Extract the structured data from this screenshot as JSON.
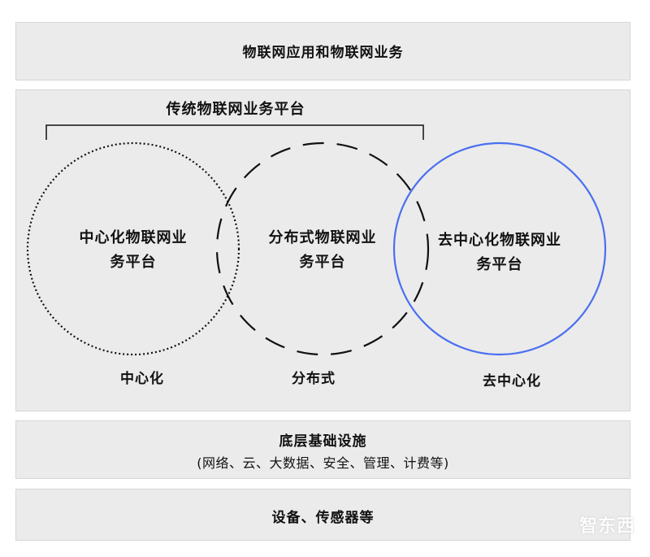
{
  "top_band": {
    "title": "物联网应用和物联网业务"
  },
  "main_panel": {
    "bracket_label": "传统物联网业务平台",
    "circles": [
      {
        "label_line1": "中心化物联网业",
        "label_line2": "务平台",
        "caption": "中心化",
        "stroke": "dotted",
        "color": "#111111"
      },
      {
        "label_line1": "分布式物联网业",
        "label_line2": "务平台",
        "caption": "分布式",
        "stroke": "dashed",
        "color": "#111111"
      },
      {
        "label_line1": "去中心化物联网业",
        "label_line2": "务平台",
        "caption": "去中心化",
        "stroke": "solid",
        "color": "#4a6ff0"
      }
    ]
  },
  "infra_band": {
    "title": "底层基础设施",
    "subtitle": "(网络、云、大数据、安全、管理、计费等)"
  },
  "device_band": {
    "title": "设备、传感器等"
  },
  "watermark": "智东西"
}
